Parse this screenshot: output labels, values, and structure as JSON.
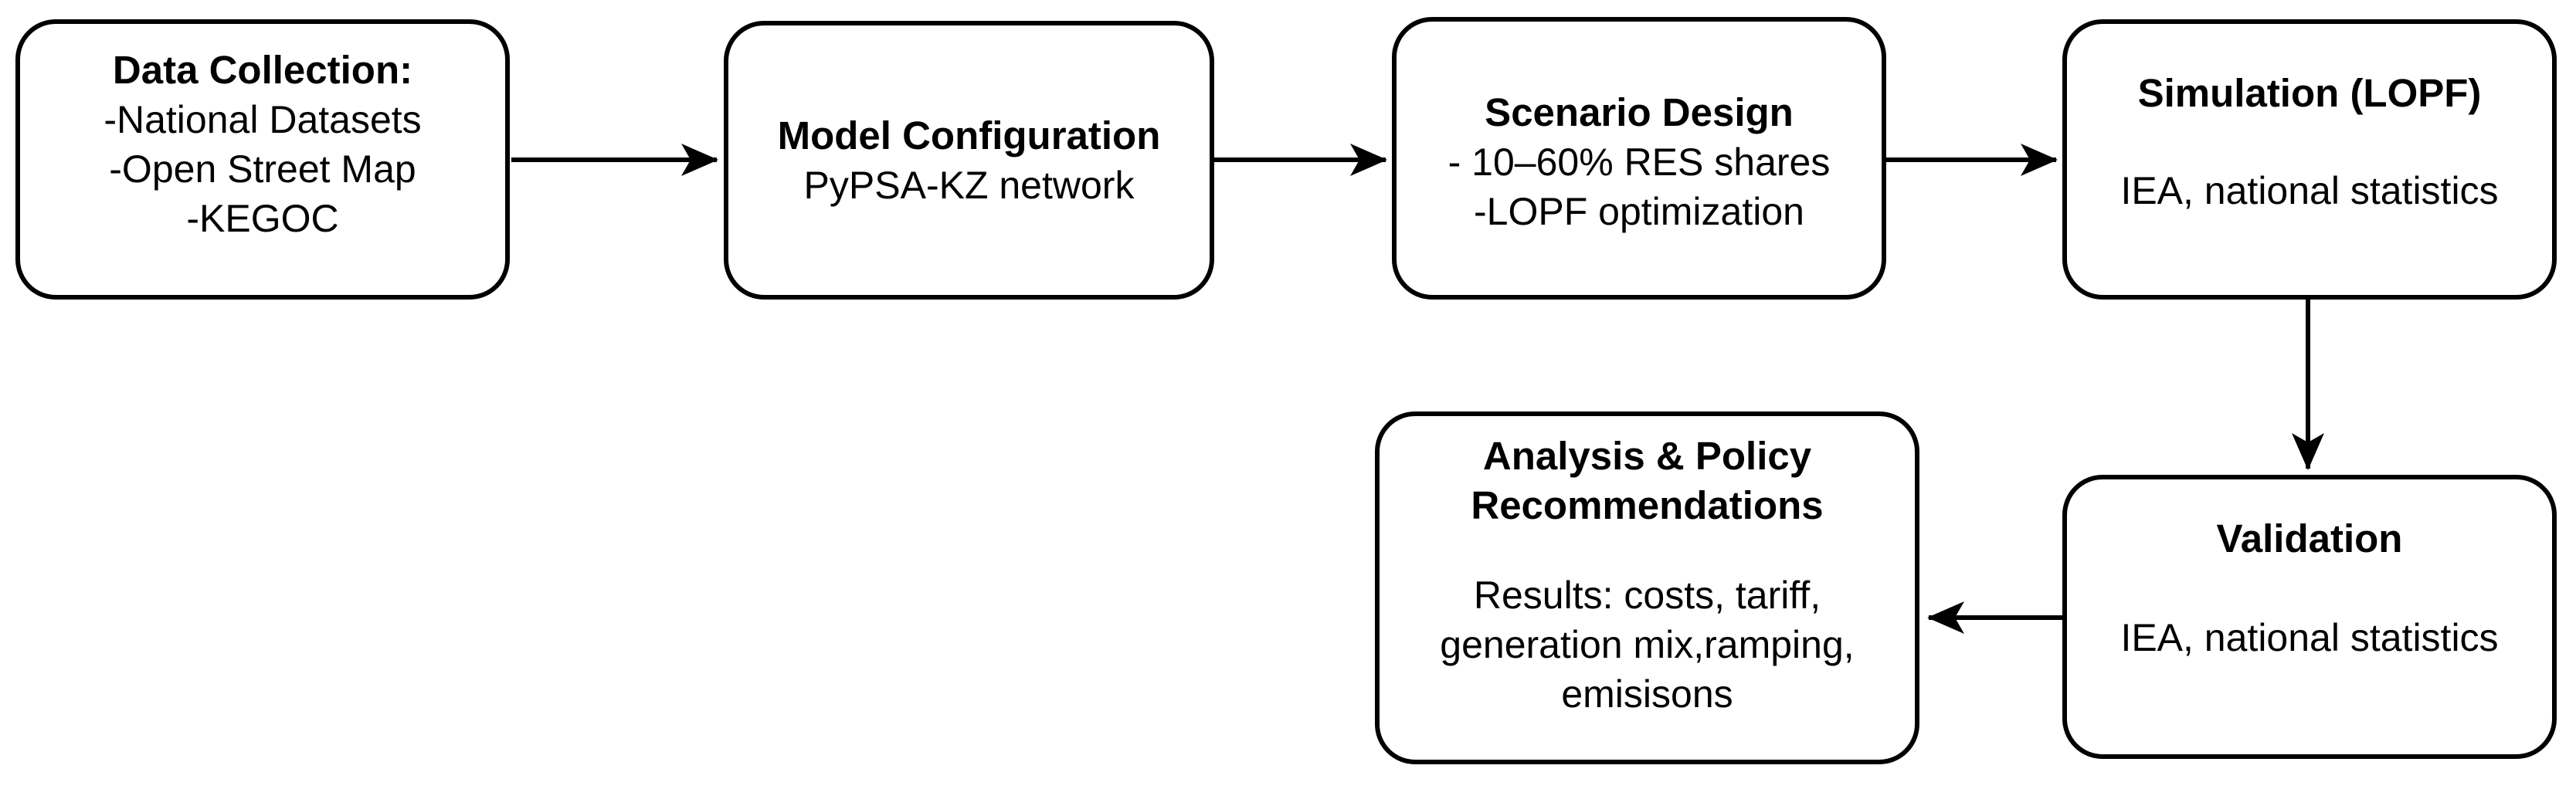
{
  "diagram": {
    "background_color": "#ffffff",
    "node_border_color": "#000000",
    "node_fill_color": "#ffffff",
    "text_color": "#000000",
    "arrow_color": "#000000",
    "nodes": {
      "data_collection": {
        "title": "Data Collection:",
        "lines": [
          "-National Datasets",
          "-Open Street Map",
          "-KEGOC"
        ]
      },
      "model_configuration": {
        "title": "Model Configuration",
        "lines": [
          "PyPSA-KZ network"
        ]
      },
      "scenario_design": {
        "title": "Scenario Design",
        "lines": [
          "- 10–60% RES shares",
          "-LOPF optimization"
        ]
      },
      "simulation": {
        "title": "Simulation (LOPF)",
        "body": "IEA, national statistics"
      },
      "validation": {
        "title": "Validation",
        "body": "IEA, national statistics"
      },
      "analysis": {
        "title": "Analysis & Policy Recommendations",
        "body": "Results: costs, tariff, generation mix,ramping, emisisons"
      }
    },
    "edges": [
      {
        "from": "data_collection",
        "to": "model_configuration"
      },
      {
        "from": "model_configuration",
        "to": "scenario_design"
      },
      {
        "from": "scenario_design",
        "to": "simulation"
      },
      {
        "from": "simulation",
        "to": "validation"
      },
      {
        "from": "validation",
        "to": "analysis"
      }
    ]
  }
}
